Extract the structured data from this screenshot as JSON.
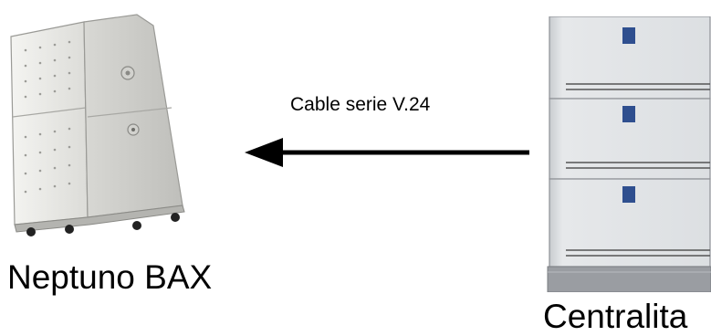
{
  "diagram": {
    "nodes": [
      {
        "id": "server",
        "label": "Neptuno BAX",
        "icon": "tower-server-icon"
      },
      {
        "id": "pbx",
        "label": "Centralita",
        "icon": "pbx-cabinet-icon"
      }
    ],
    "edges": [
      {
        "from": "pbx",
        "to": "server",
        "label": "Cable serie V.24"
      }
    ]
  },
  "colors": {
    "arrow": "#000000",
    "server_body": "#e6e6e2",
    "pbx_body": "#dde0e3",
    "pbx_badge": "#2f4f8f"
  }
}
